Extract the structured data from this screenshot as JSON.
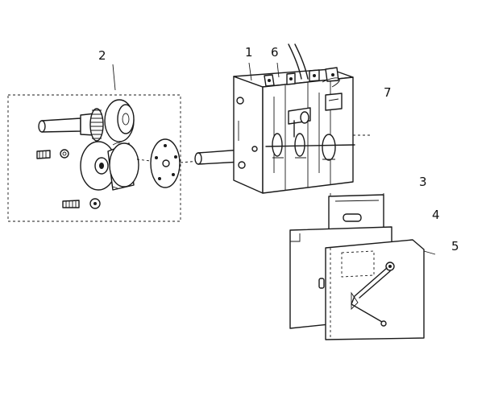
{
  "callouts": {
    "c1": "1",
    "c2": "2",
    "c3": "3",
    "c4": "4",
    "c5": "5",
    "c6": "6",
    "c7": "7"
  },
  "colors": {
    "ink": "#1a1a1a",
    "paper": "#ffffff"
  }
}
